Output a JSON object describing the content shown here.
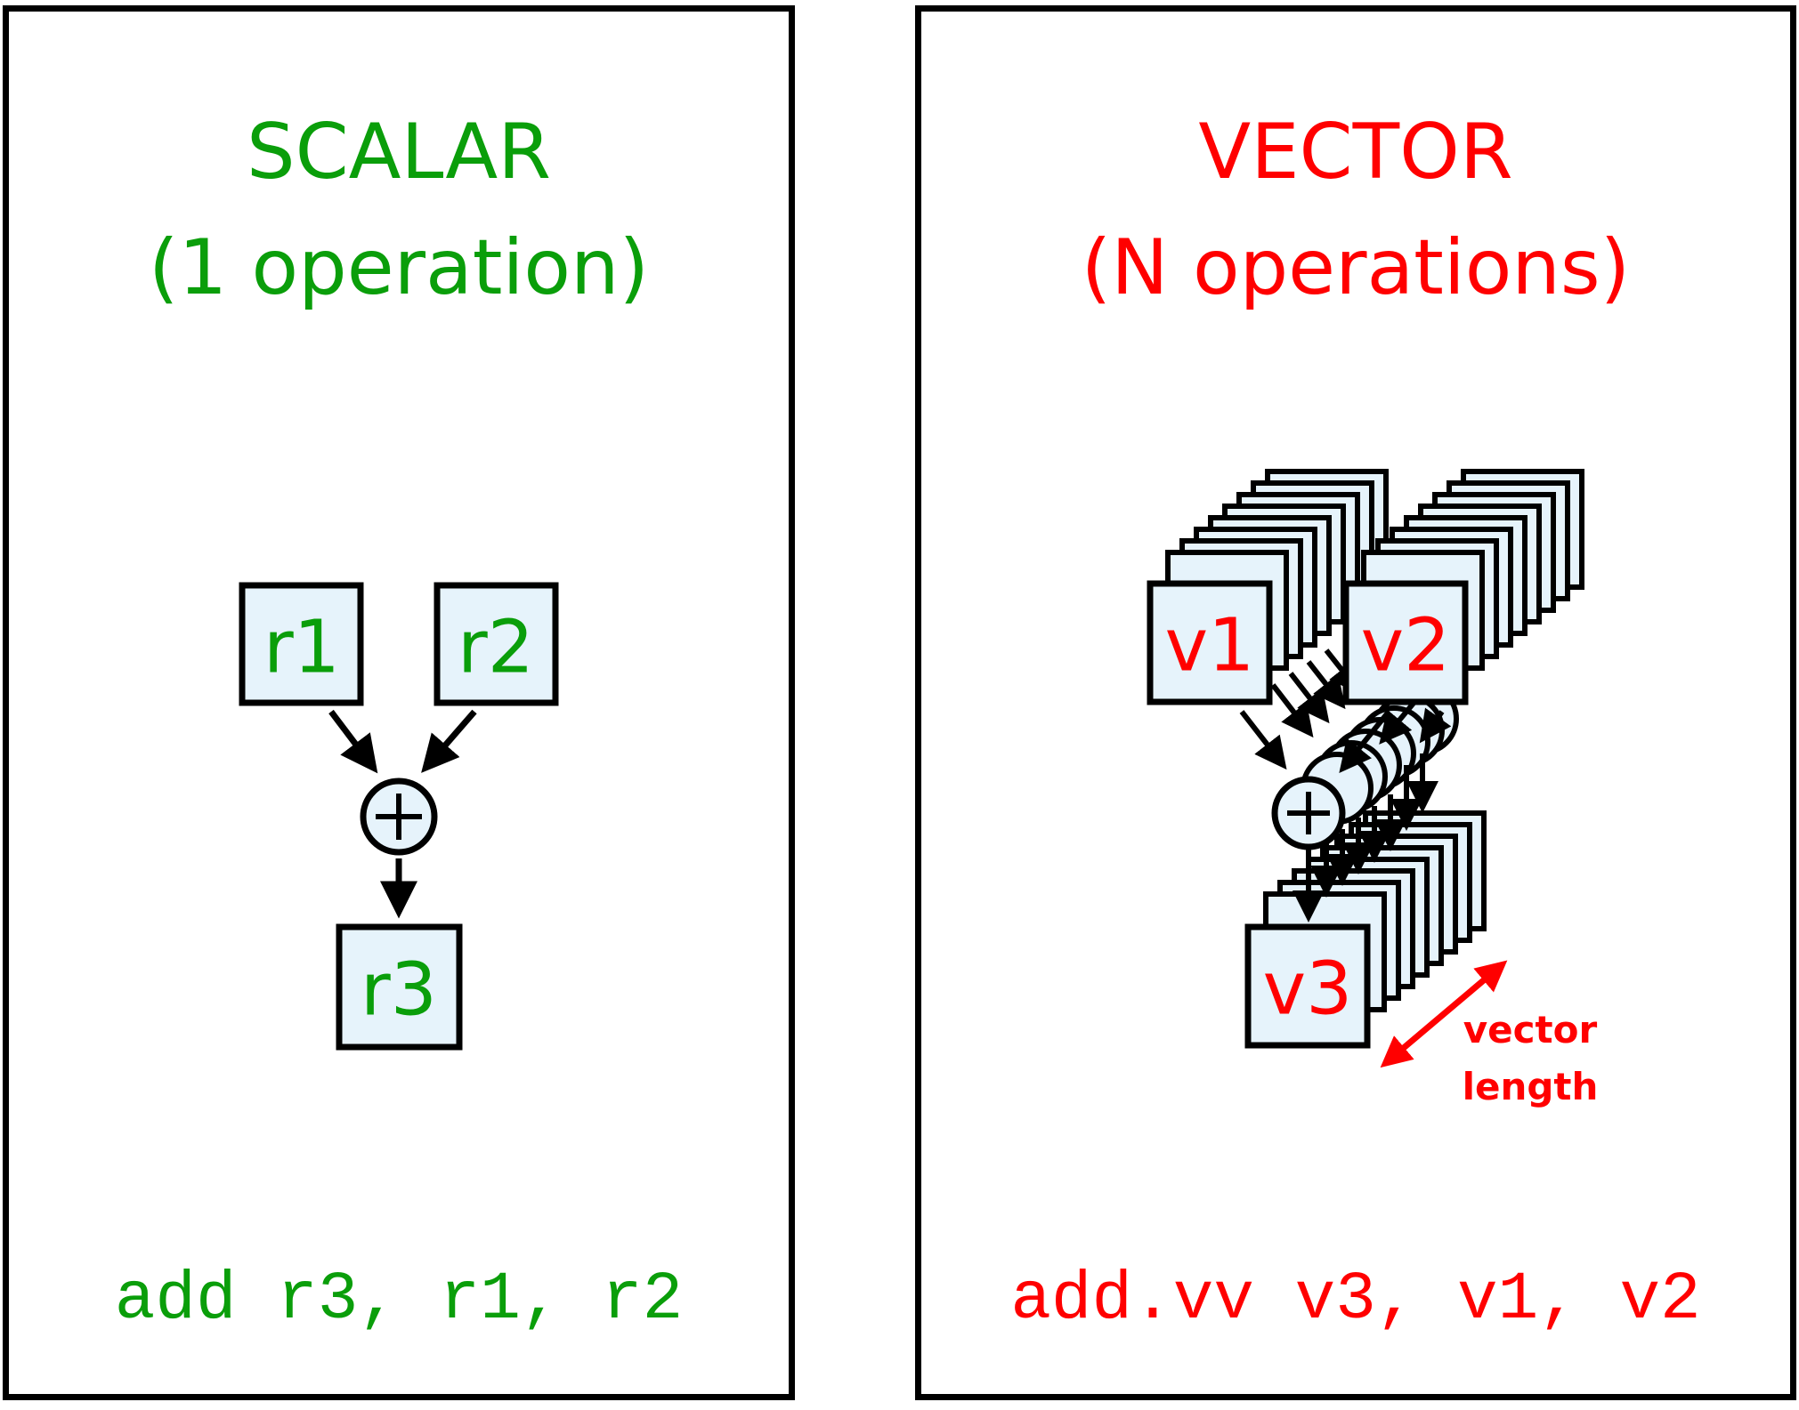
{
  "scalar": {
    "title_line1": "SCALAR",
    "title_line2": "(1 operation)",
    "reg1": "r1",
    "reg2": "r2",
    "reg3": "r3",
    "instruction": "add r3, r1, r2",
    "color": "#0a9e0a"
  },
  "vector": {
    "title_line1": "VECTOR",
    "title_line2": "(N operations)",
    "reg1": "v1",
    "reg2": "v2",
    "reg3": "v3",
    "length_label_line1": "vector",
    "length_label_line2": "length",
    "instruction": "add.vv v3, v1, v2",
    "color": "#ff0000"
  },
  "register_fill": "#e6f3fb"
}
